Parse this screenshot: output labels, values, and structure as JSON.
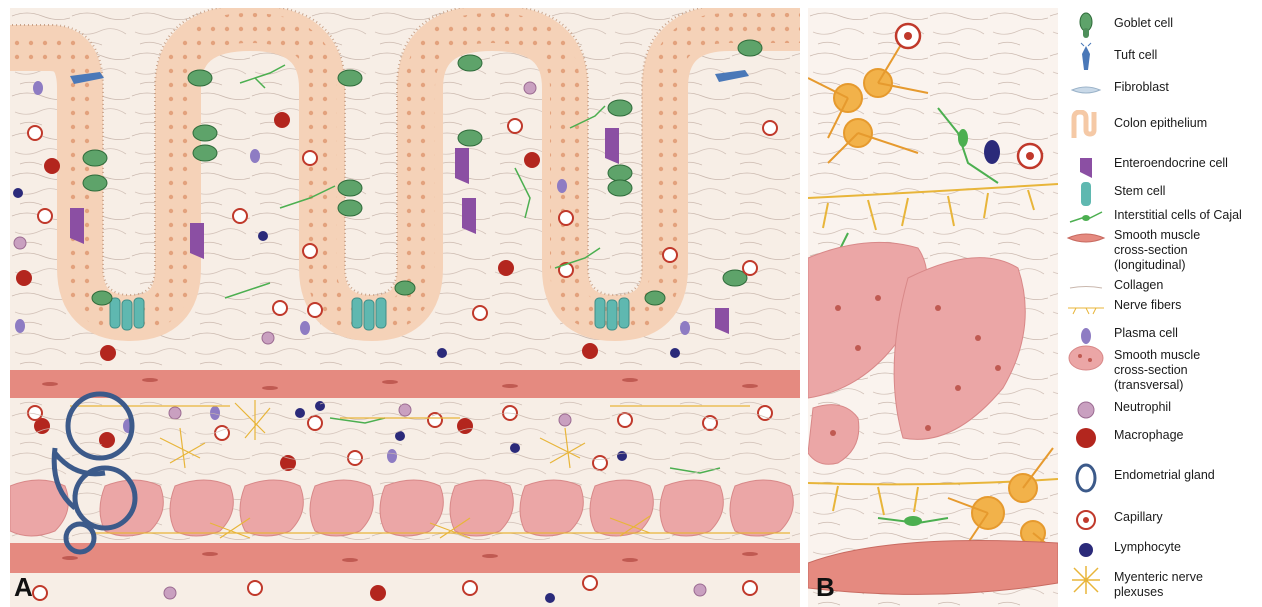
{
  "panels": {
    "a_label": "A",
    "b_label": "B"
  },
  "colors": {
    "lamina_bg": "#f7eee6",
    "epithelium": "#f9dcc6",
    "goblet": "#5ea36a",
    "tuft": "#4a78b8",
    "enteroendocrine": "#8b4fa3",
    "stem": "#5fb8b0",
    "icc": "#4caf50",
    "smooth_muscle_long": "#e58a80",
    "smooth_muscle_trans": "#eba6a6",
    "nerve": "#e8b53a",
    "plasma": "#8e7cc3",
    "neutrophil": "#b27aa6",
    "macrophage": "#b3261e",
    "gland": "#3c5a8a",
    "capillary": "#c0392b",
    "lymphocyte": "#2b2a7a"
  },
  "legend": [
    {
      "icon": "goblet-cell-icon",
      "label": "Goblet cell"
    },
    {
      "icon": "tuft-cell-icon",
      "label": "Tuft cell"
    },
    {
      "icon": "fibroblast-icon",
      "label": "Fibroblast"
    },
    {
      "icon": "colon-epithelium-icon",
      "label": "Colon epithelium"
    },
    {
      "icon": "enteroendocrine-cell-icon",
      "label": "Enteroendocrine cell"
    },
    {
      "icon": "stem-cell-icon",
      "label": "Stem cell"
    },
    {
      "icon": "icc-icon",
      "label": "Interstitial cells of Cajal"
    },
    {
      "icon": "smooth-muscle-longitudinal-icon",
      "label": "Smooth muscle\ncross-section\n(longitudinal)"
    },
    {
      "icon": "collagen-icon",
      "label": "Collagen"
    },
    {
      "icon": "nerve-fibers-icon",
      "label": "Nerve fibers"
    },
    {
      "icon": "plasma-cell-icon",
      "label": "Plasma cell"
    },
    {
      "icon": "smooth-muscle-transversal-icon",
      "label": "Smooth muscle\ncross-section\n(transversal)"
    },
    {
      "icon": "neutrophil-icon",
      "label": "Neutrophil"
    },
    {
      "icon": "macrophage-icon",
      "label": "Macrophage"
    },
    {
      "icon": "endometrial-gland-icon",
      "label": "Endometrial gland"
    },
    {
      "icon": "capillary-icon",
      "label": "Capillary"
    },
    {
      "icon": "lymphocyte-icon",
      "label": "Lymphocyte"
    },
    {
      "icon": "myenteric-plexus-icon",
      "label": "Myenteric nerve\nplexuses"
    }
  ]
}
